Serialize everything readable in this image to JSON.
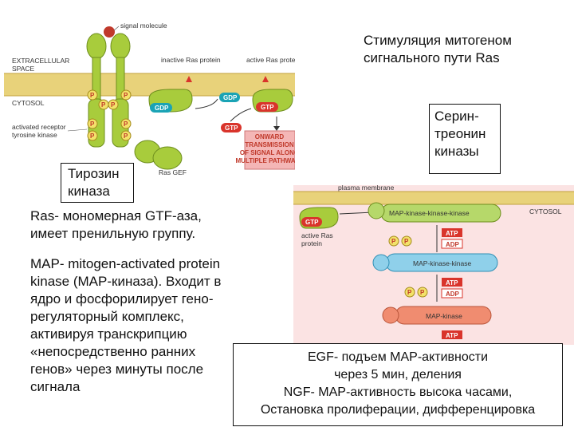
{
  "title": "Стимуляция митогеном\nсигнального пути Ras",
  "callout_ser_thr": "Серин-\nтреонин\nкиназы",
  "callout_tyrosine": "Тирозин\nкиназа",
  "ras_text": "Ras- мономерная GTF-аза,\nимеет пренильную группу.",
  "map_text": "MAP- mitogen-activated protein\nkinase (MAP-киназа). Входит в\nядро и фосфорилирует гено-\nрегуляторный комплекс,\nактивируя транскрипцию\n«непосредственно ранних\nгенов» через минуты после\nсигнала",
  "egf_box": {
    "line1": "EGF- подъем MAP-активности",
    "line2": "через 5 мин, деления",
    "line3": "NGF- MAP-активность высока часами,",
    "line4": "Остановка пролиферации, дифференцировка"
  },
  "figure1": {
    "signal_molecule": "signal molecule",
    "extracellular_1": "EXTRACELLULAR",
    "extracellular_2": "SPACE",
    "cytosol": "CYTOSOL",
    "inactive_ras": "inactive Ras protein",
    "active_ras": "active Ras protein",
    "gdp_a": "GDP",
    "gdp_b": "GDP",
    "gtp_a": "GTP",
    "gtp_b": "GTP",
    "receptor_1": "activated receptor",
    "receptor_2": "tyrosine kinase",
    "ras_gef": "Ras GEF",
    "onward_1": "ONWARD",
    "onward_2": "TRANSMISSION",
    "onward_3": "OF SIGNAL ALONG",
    "onward_4": "MULTIPLE PATHWAYS",
    "p": "P"
  },
  "figure2": {
    "plasma_membrane": "plasma membrane",
    "cytosol": "CYTOSOL",
    "gtp": "GTP",
    "active_ras_1": "active Ras",
    "active_ras_2": "protein",
    "mkkk": "MAP-kinase-kinase-kinase",
    "mkk": "MAP-kinase-kinase",
    "mk": "MAP-kinase",
    "atp": "ATP",
    "adp": "ADP",
    "p": "P"
  },
  "colors": {
    "membrane_fill": "#e8d27a",
    "membrane_edge": "#c2a23c",
    "receptor_green": "#a8cc3c",
    "gdp_teal": "#1aa3b5",
    "gtp_red": "#d9342b",
    "onward_box": "#f4b6b6",
    "mkkk_green": "#b6d86a",
    "mkk_blue": "#8fd0ea",
    "mk_salmon": "#f08c70",
    "p_yellow": "#f3e26a",
    "pink_bg": "#fbe3e3"
  }
}
